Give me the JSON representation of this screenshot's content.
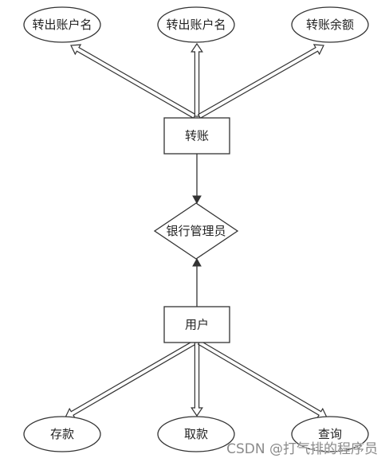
{
  "diagram": {
    "top_attributes": [
      "转出账户名",
      "转出账户名",
      "转账余额"
    ],
    "transfer_entity": "转账",
    "relationship": "银行管理员",
    "user_entity": "用户",
    "bottom_attributes": [
      "存款",
      "取款",
      "查询"
    ]
  },
  "watermark": "CSDN @打气排的程序员"
}
